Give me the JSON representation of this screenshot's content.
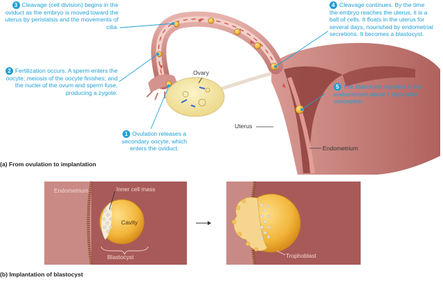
{
  "callouts": {
    "step1": {
      "number": "1",
      "text": "Ovulation releases a secondary oocyte, which enters the oviduct."
    },
    "step2": {
      "number": "2",
      "text": "Fertilization occurs. A sperm enters the oocyte; meiosis of the oocyte finishes; and the nuclei of the ovum and sperm fuse, producing a zygote."
    },
    "step3": {
      "number": "3",
      "text": "Cleavage (cell division) begins in the oviduct as the embryo is moved toward the uterus by peristalsis and the movements of cilia."
    },
    "step4": {
      "number": "4",
      "text": "Cleavage continues. By the time the embryo reaches the uterus, it is a ball of cells. It floats in the uterus for several days, nourished by endometrial secretions. It becomes a blastocyst."
    },
    "step5": {
      "number": "5",
      "text": "The blastocyst implants in the endometrium about 7 days after conception."
    }
  },
  "labels": {
    "ovary": "Ovary",
    "uterus": "Uterus",
    "endometrium": "Endometrium",
    "endometrium_b": "Endometrium",
    "inner_cell_mass": "Inner cell mass",
    "cavity": "Cavity",
    "blastocyst": "Blastocyst",
    "trophoblast": "Trophoblast"
  },
  "captions": {
    "a": "(a) From ovulation to implantation",
    "b": "(b) Implantation of blastocyst"
  },
  "colors": {
    "accent": "#1f9fd6",
    "tissue": "#c98a86",
    "tissue_dark": "#9c5552",
    "ovary": "#f6e9a8",
    "panel_bg": "#a85a58",
    "blastocyst": "#f2b53a"
  }
}
